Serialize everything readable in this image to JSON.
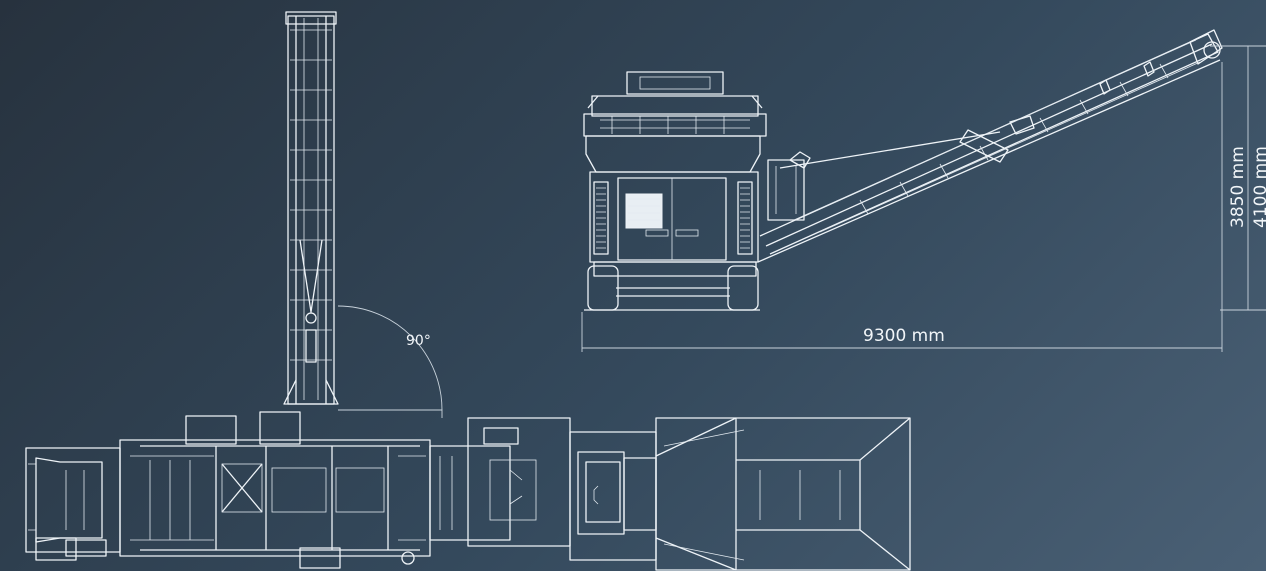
{
  "dimensions": {
    "overall_length": "9300 mm",
    "working_height": "3850 mm",
    "max_height": "4100 mm",
    "conveyor_angle": "90°"
  },
  "colors": {
    "background_dark": "#27323e",
    "background_light": "#4a6075",
    "linework": "#eef3f7"
  }
}
